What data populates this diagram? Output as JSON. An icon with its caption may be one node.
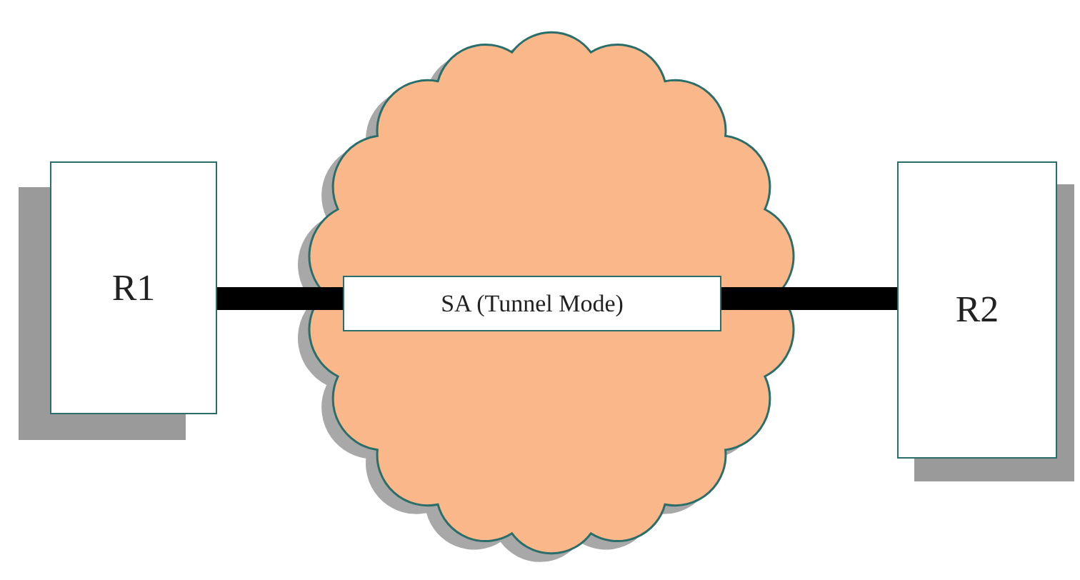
{
  "diagram": {
    "nodes": [
      {
        "text": [
          "R1"
        ]
      },
      {
        "text": [],
        "shape": "cloud"
      },
      {
        "text": [
          "SA (Tunnel Mode)"
        ],
        "in": 1
      },
      {
        "text": [
          "R2"
        ]
      }
    ],
    "edges": [
      {
        "from": 0,
        "to": 2,
        "arrow": "none"
      },
      {
        "from": 2,
        "to": 3,
        "arrow": "none"
      }
    ]
  }
}
